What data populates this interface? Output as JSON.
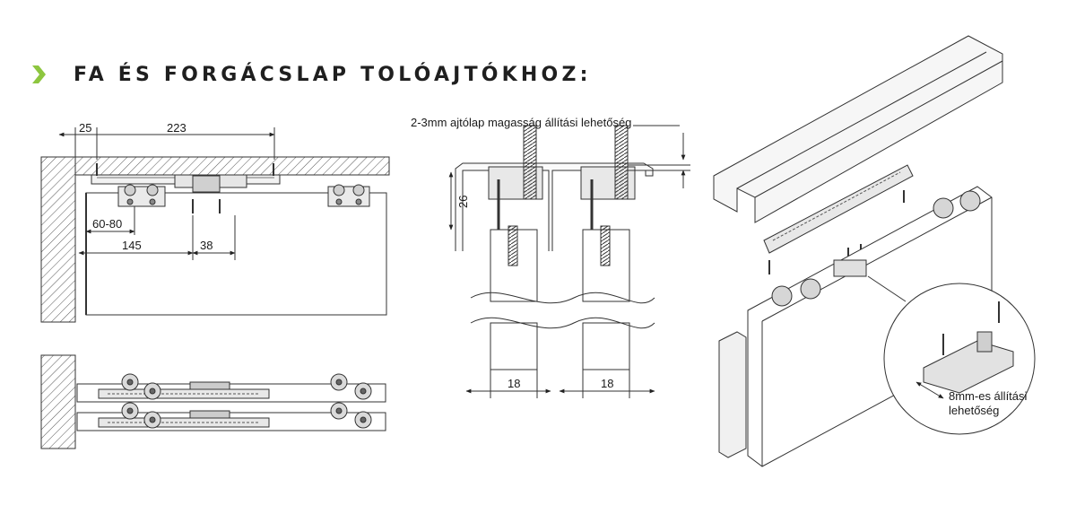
{
  "header": {
    "title": "FA ÉS FORGÁCSLAP TOLÓAJTÓKHOZ:",
    "accent_color": "#8dc63f",
    "icon": "chevron-right-icon"
  },
  "front_view": {
    "dim_offset": "25",
    "dim_length": "223",
    "dim_range": "60-80",
    "dim_145": "145",
    "dim_38": "38"
  },
  "section_view": {
    "adjust_note": "2-3mm ajtólap magasság állítási lehetőség",
    "dim_height": "26",
    "dim_width_left": "18",
    "dim_width_right": "18"
  },
  "detail_view": {
    "callout_line1": "8mm-es állítási",
    "callout_line2": "lehetőség"
  }
}
